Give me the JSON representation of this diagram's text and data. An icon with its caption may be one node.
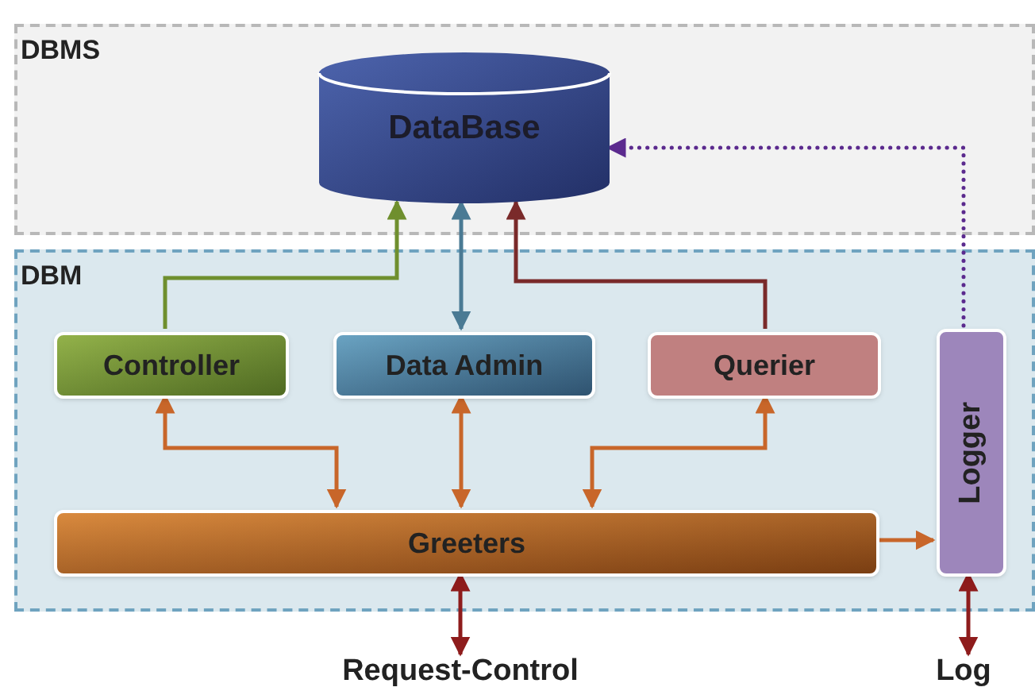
{
  "diagram": {
    "nodes": [
      {
        "text": [
          "DBMS"
        ]
      },
      {
        "text": [
          "DataBase"
        ],
        "in": 0
      },
      {
        "text": [
          "DBM"
        ]
      },
      {
        "text": [
          "Controller"
        ],
        "in": 2
      },
      {
        "text": [
          "Data Admin"
        ],
        "in": 2
      },
      {
        "text": [
          "Querier"
        ],
        "in": 2
      },
      {
        "text": [
          "Logger"
        ],
        "in": 2
      },
      {
        "text": [
          "Greeters"
        ],
        "in": 2
      },
      {
        "text": [
          "Request-Control"
        ]
      },
      {
        "text": [
          "Log"
        ]
      }
    ],
    "edges": [
      {
        "from": 3,
        "to": 1,
        "arrow": "to",
        "color": "#6f8f2e"
      },
      {
        "from": 4,
        "to": 1,
        "arrow": "both",
        "color": "#4a7a94"
      },
      {
        "from": 5,
        "to": 1,
        "arrow": "to",
        "color": "#7a2a2a"
      },
      {
        "from": 6,
        "to": 1,
        "arrow": "to",
        "style": "dashed",
        "color": "#5b2a8e"
      },
      {
        "from": 3,
        "to": 7,
        "arrow": "both"
      },
      {
        "from": 4,
        "to": 7,
        "arrow": "both"
      },
      {
        "from": 5,
        "to": 7,
        "arrow": "both"
      },
      {
        "from": 7,
        "to": 6,
        "arrow": "to"
      },
      {
        "from": 7,
        "to": 8,
        "arrow": "both",
        "color": "#8e1c1c"
      },
      {
        "from": 6,
        "to": 9,
        "arrow": "both",
        "color": "#8e1c1c"
      }
    ]
  }
}
